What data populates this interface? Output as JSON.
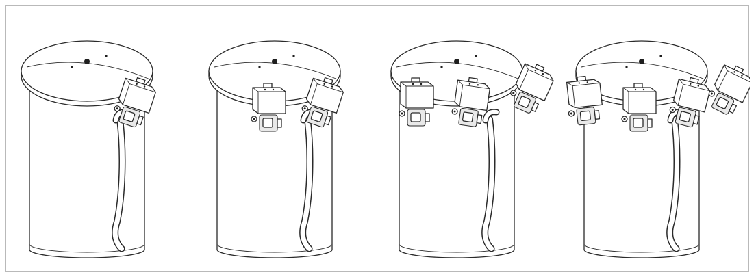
{
  "colors": {
    "line": "#2a2a2a",
    "fill": "#ffffff",
    "shade": "#e9e9e9",
    "frame_border": "#b9b9b9"
  },
  "panels": [
    {
      "name": "drum-assembly-1",
      "units_on_rim": 1,
      "hose": true
    },
    {
      "name": "drum-assembly-2",
      "units_on_rim": 2,
      "hose": true
    },
    {
      "name": "drum-assembly-3",
      "units_on_rim": 3,
      "hose": true
    },
    {
      "name": "drum-assembly-4",
      "units_on_rim": 4,
      "hose": true
    }
  ]
}
